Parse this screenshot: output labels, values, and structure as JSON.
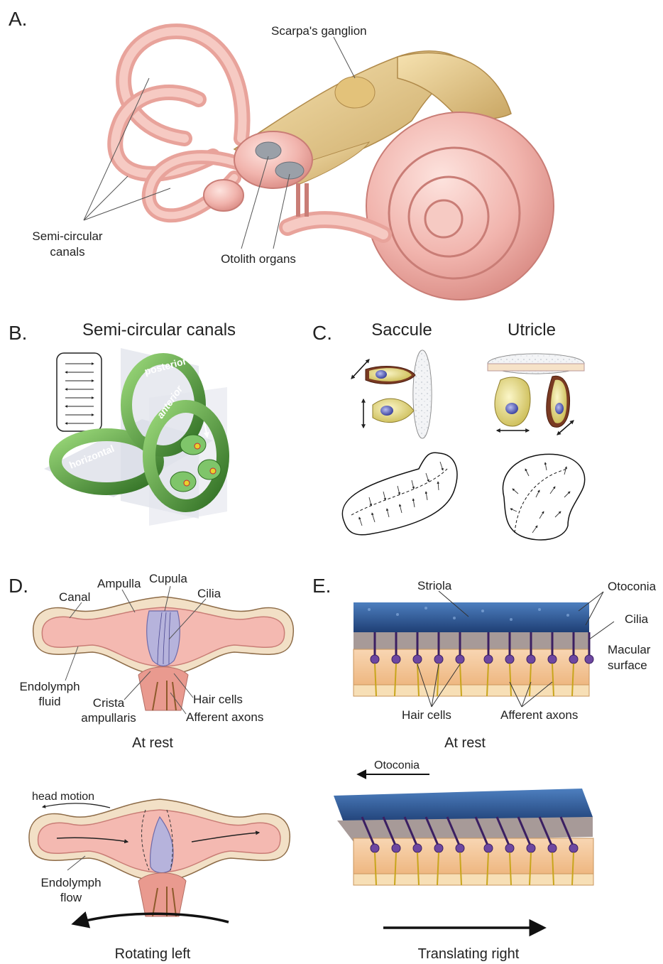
{
  "colors": {
    "tissue_pink": "#f1b4ad",
    "tissue_pink_dark": "#d98b84",
    "nerve_tan": "#e9cf8e",
    "nerve_tan_dark": "#c9a663",
    "canal_green": "#5cae3c",
    "canal_green_dark": "#2f6e23",
    "cell_yellow": "#efe48a",
    "nucleus_blue": "#6a73c8",
    "otoconia_blue": "#2e5c98",
    "hair_purple": "#6d47a1",
    "tissue_orange": "#f4c497",
    "fluid_pink": "#f7d3cf",
    "cupula_violet": "#b6b3dc"
  },
  "panelA": {
    "letter": "A.",
    "labels": {
      "scarpa": "Scarpa's ganglion",
      "semicircular_line1": "Semi-circular",
      "semicircular_line2": "canals",
      "otolith": "Otolith organs"
    }
  },
  "panelB": {
    "letter": "B.",
    "title": "Semi-circular canals",
    "canal_labels": {
      "posterior": "posterior",
      "anterior": "anterior",
      "horizontal": "horizontal"
    }
  },
  "panelC": {
    "letter": "C.",
    "saccule": "Saccule",
    "utricle": "Utricle"
  },
  "panelD": {
    "letter": "D.",
    "labels": {
      "canal": "Canal",
      "ampulla": "Ampulla",
      "cupula": "Cupula",
      "cilia": "Cilia",
      "endolymph_fluid_line1": "Endolymph",
      "endolymph_fluid_line2": "fluid",
      "crista_line1": "Crista",
      "crista_line2": "ampullaris",
      "hair_cells": "Hair cells",
      "afferent_axons": "Afferent axons",
      "at_rest": "At rest",
      "head_motion": "head motion",
      "endolymph_flow_line1": "Endolymph",
      "endolymph_flow_line2": "flow",
      "rotating_left": "Rotating left"
    }
  },
  "panelE": {
    "letter": "E.",
    "labels": {
      "striola": "Striola",
      "otoconia": "Otoconia",
      "cilia": "Cilia",
      "macular_line1": "Macular",
      "macular_line2": "surface",
      "hair_cells": "Hair cells",
      "afferent_axons": "Afferent axons",
      "at_rest": "At rest",
      "otoconia_arrow": "Otoconia",
      "translating_right": "Translating right"
    }
  }
}
